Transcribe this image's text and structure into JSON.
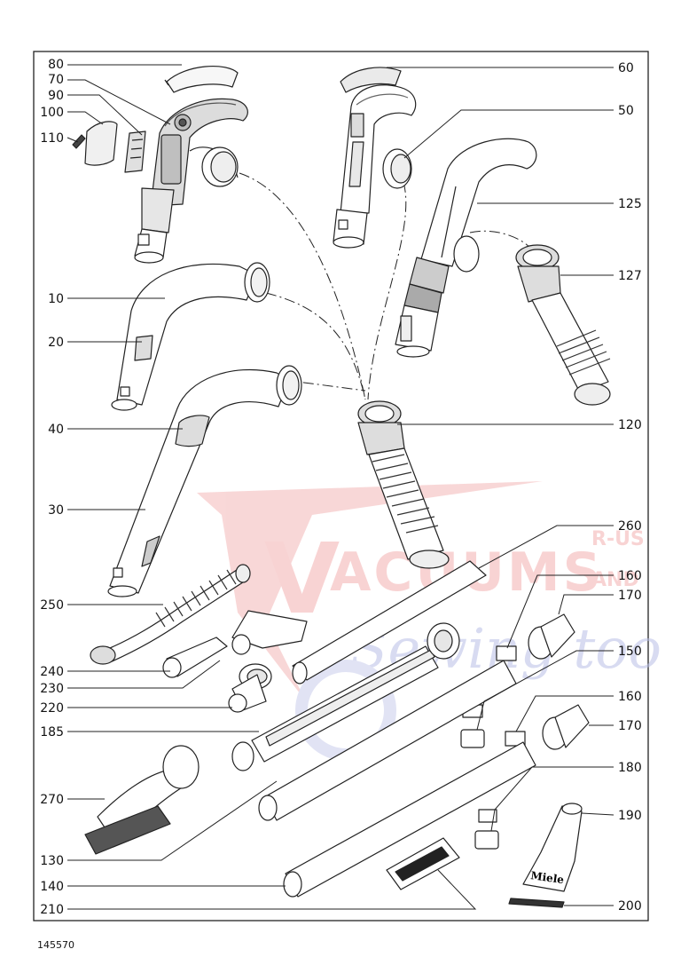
{
  "document_number": "145570",
  "watermark": {
    "logo_letter": "V",
    "word": "ACUUMS",
    "suffix_line1": "R-US",
    "suffix_line2": "AND",
    "script": "Sewing too",
    "red": "#e0262e",
    "blue": "#3a48a6"
  },
  "callouts_left": [
    "80",
    "70",
    "90",
    "100",
    "110",
    "10",
    "20",
    "40",
    "30",
    "250",
    "240",
    "230",
    "220",
    "185",
    "270",
    "130",
    "140",
    "210"
  ],
  "callouts_right": [
    "60",
    "50",
    "125",
    "127",
    "120",
    "260",
    "160",
    "170",
    "150",
    "160",
    "170",
    "180",
    "190",
    "200"
  ],
  "brand_marks": [
    "Miele"
  ]
}
